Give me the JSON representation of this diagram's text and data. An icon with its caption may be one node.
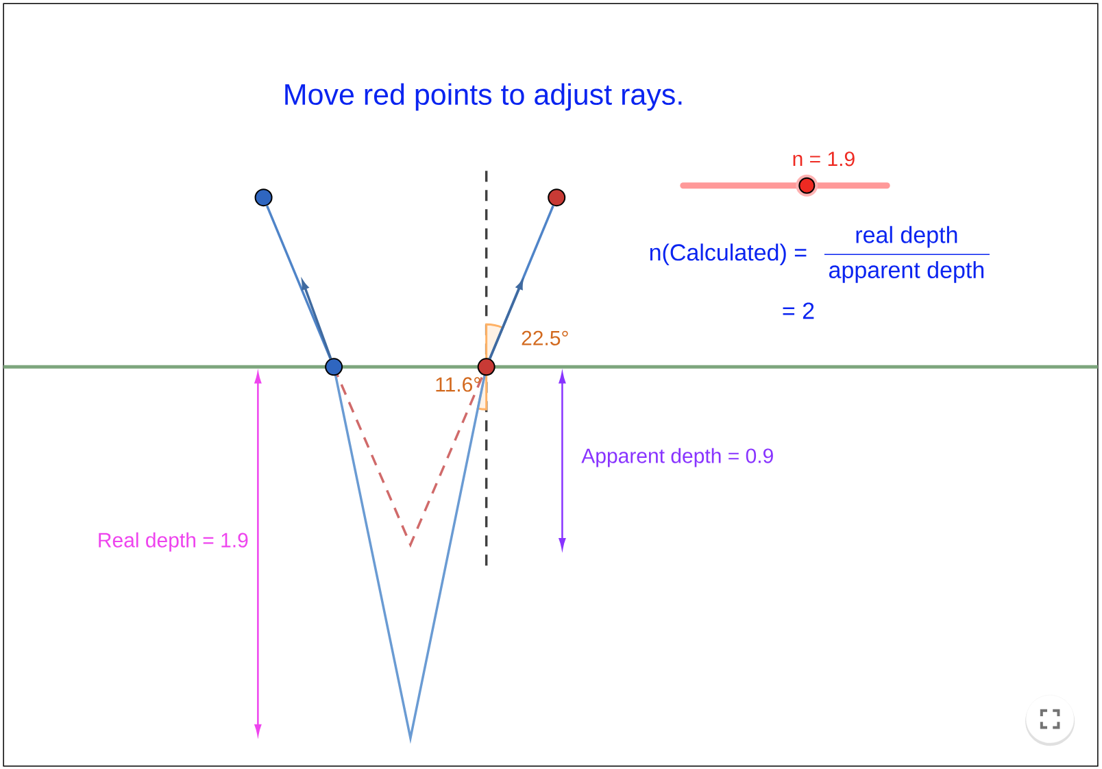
{
  "diagram": {
    "title": "Move red points to adjust rays.",
    "nodes": [
      {
        "text": [],
        "shape": "circle"
      },
      {
        "text": [],
        "shape": "circle"
      },
      {
        "text": [],
        "shape": "circle"
      },
      {
        "text": [],
        "shape": "circle"
      }
    ],
    "edges": [
      {
        "from": 2,
        "to": 0,
        "arrow": "none"
      },
      {
        "from": 2,
        "to": null,
        "arrow": "to"
      },
      {
        "from": 3,
        "to": 1,
        "arrow": "none"
      },
      {
        "from": 3,
        "to": null,
        "arrow": "to"
      }
    ],
    "labels": [
      "n = 1.9",
      "n(Calculated) =",
      "real depth",
      "apparent depth",
      "= 2",
      "22.5°",
      "11.6°",
      "Apparent depth = 0.9",
      "Real depth = 1.9"
    ]
  }
}
